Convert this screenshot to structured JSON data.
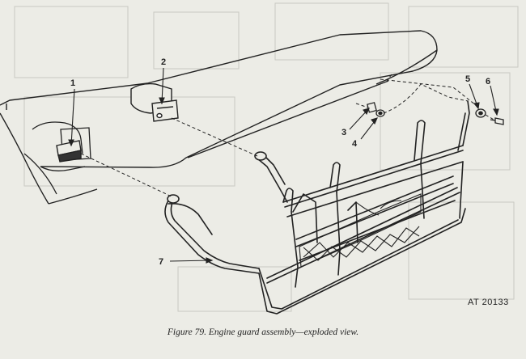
{
  "figure": {
    "caption": "Figure 79.  Engine guard assembly—exploded view.",
    "reference": "AT 20133"
  },
  "callouts": [
    {
      "label": "1",
      "part": "bracket-left"
    },
    {
      "label": "2",
      "part": "bracket-right"
    },
    {
      "label": "3",
      "part": "nut-center"
    },
    {
      "label": "4",
      "part": "washer-center"
    },
    {
      "label": "5",
      "part": "washer-right"
    },
    {
      "label": "6",
      "part": "bolt-right"
    },
    {
      "label": "7",
      "part": "guard-frame"
    }
  ],
  "colors": {
    "background": "#ecece6",
    "ink": "#222222",
    "ghost": "#c9c9c2"
  }
}
